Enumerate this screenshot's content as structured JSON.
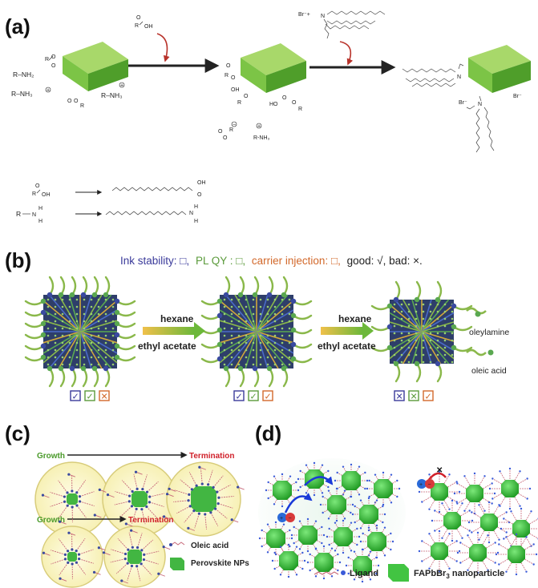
{
  "panels": {
    "a": {
      "label": "(a)",
      "left_groups": [
        "R–NH₂",
        "R–NH₃",
        "R–NH₃"
      ],
      "free_ions": [
        "R-NH₃"
      ],
      "reagent_ammonium": "Br⁻+",
      "product_counterions": [
        "Br⁻",
        "Br⁻"
      ],
      "legend_rows": [
        "R–C(=O)OH",
        "R–NH₂"
      ]
    },
    "b": {
      "label": "(b)",
      "caption": {
        "ink": "Ink stability: □,",
        "plqy": "PL QY : □,",
        "carrier": "carrier injection: □,",
        "rest": "good: √, bad: ×."
      },
      "arrow1_top": "hexane",
      "arrow1_bottom": "ethyl acetate",
      "arrow2_top": "hexane",
      "arrow2_bottom": "ethyl acetate",
      "legend": [
        "oleylamine",
        "oleic acid"
      ]
    },
    "c": {
      "label": "(c)",
      "growth": "Growth",
      "termination": "Termination",
      "legend": [
        "Oleic acid",
        "Perovskite NPs"
      ]
    },
    "d": {
      "label": "(d)",
      "legend_ligand": "Ligand",
      "legend_np": "FAPbBr₃ nanoparticle",
      "legend_np_main": "FAPbBr",
      "legend_np_sub": "3",
      "legend_np_rest": " nanoparticle"
    }
  },
  "colors": {
    "cube_top": "#a8d86a",
    "cube_front": "#6cb83a",
    "cube_side": "#3f8a1e",
    "red_arrow": "#b8322a",
    "ink_blue": "#3a3a9a",
    "plqy_green": "#5a9a3a",
    "carrier_orange": "#d2682a",
    "ligand_green": "#8ab84a",
    "head_blue": "#3a4aa0",
    "head_green": "#5aa850",
    "growth_green": "#4a9a2a",
    "termination_red": "#d0202a",
    "sphere_fill": "#fbf6cc",
    "sphere_stroke": "#d8cc7a",
    "np_green": "#42c442"
  }
}
